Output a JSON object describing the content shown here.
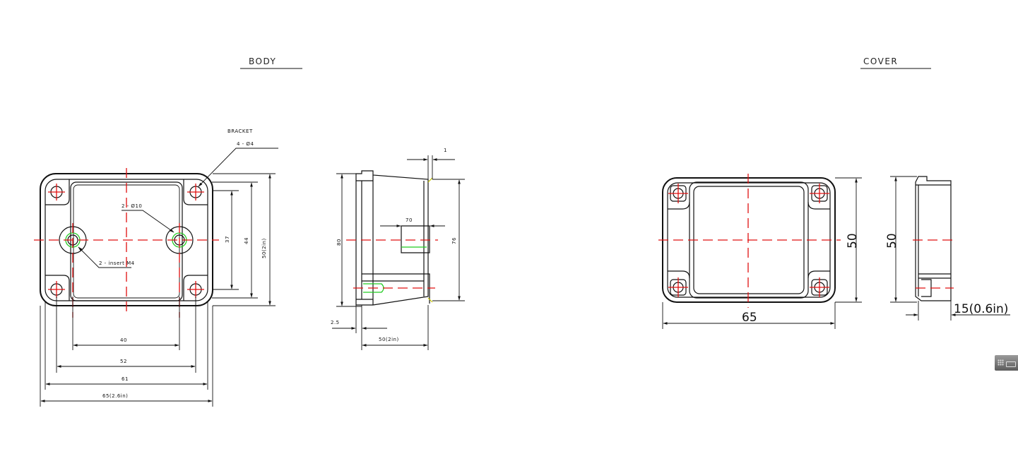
{
  "titles": {
    "body": "BODY",
    "cover": "COVER"
  },
  "body_top": {
    "bracket_label": "BRACKET",
    "bracket_holes": "4 - Ø4",
    "holes_label": "2 - Ø10",
    "insert_label": "2 - insert M4",
    "dim_37": "37",
    "dim_44": "44",
    "dim_50": "50(2in)",
    "dim_40": "40",
    "dim_52": "52",
    "dim_61": "61",
    "dim_65": "65(2.6in)"
  },
  "body_side": {
    "dim_1": "1",
    "dim_70": "70",
    "dim_80": "80",
    "dim_76": "76",
    "dim_2_5": "2.5",
    "dim_50": "50(2in)"
  },
  "cover": {
    "dim_50_front": "50",
    "dim_65": "65",
    "dim_50_side": "50",
    "dim_15": "15(0.6in)"
  },
  "colors": {
    "line": "#111111",
    "centerline": "#e01010",
    "hidden": "#22cc22",
    "accent": "#c8c800"
  },
  "icons": [
    "keyboard-icon"
  ]
}
